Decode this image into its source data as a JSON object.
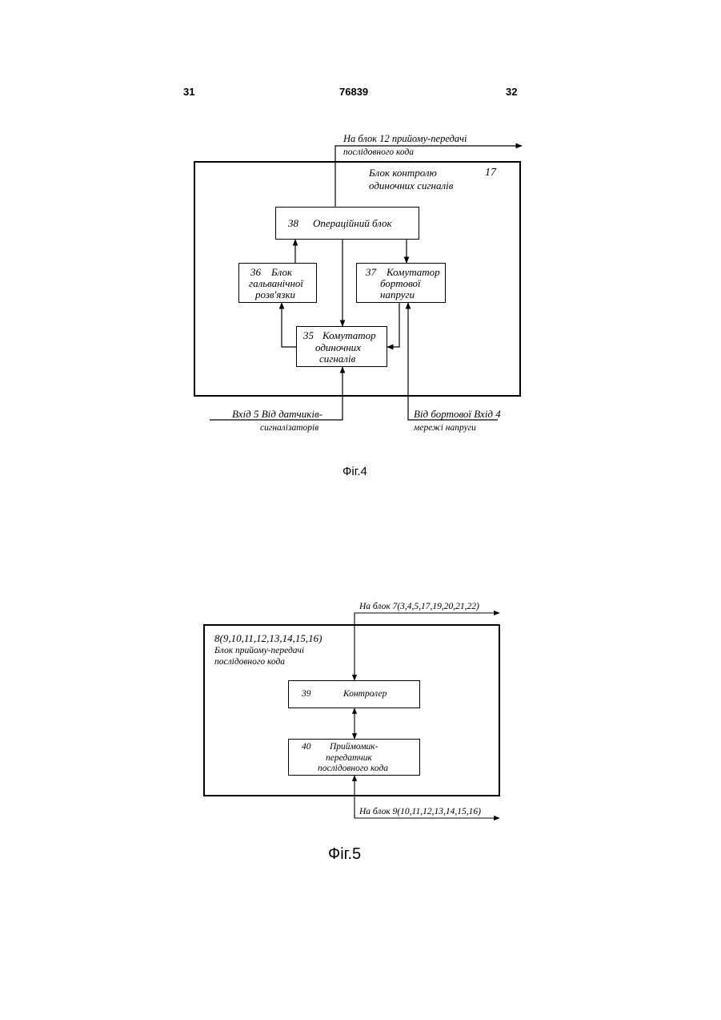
{
  "header": {
    "left_page": "31",
    "patent_number": "76839",
    "right_page": "32"
  },
  "fig4": {
    "caption": "Фіг.4",
    "top_output": {
      "line1": "На блок 12 прийому-передачі",
      "line2": "послідовного кода"
    },
    "frame": {
      "title_line1": "Блок контролю",
      "title_line2": "одиночних сигналів",
      "number": "17"
    },
    "blocks": {
      "b38": {
        "number": "38",
        "name": "Операційний блок"
      },
      "b36": {
        "number": "36",
        "line1": "Блок",
        "line2": "гальванічної",
        "line3": "розв'язки"
      },
      "b37": {
        "number": "37",
        "line1": "Комутатор",
        "line2": "бортової",
        "line3": "напруги"
      },
      "b35": {
        "number": "35",
        "line1": "Комутатор",
        "line2": "одиночних",
        "line3": "сигналів"
      }
    },
    "input_left": {
      "line1": "Вхід 5   Від датчиків-",
      "line2": "сигналізаторів"
    },
    "input_right": {
      "line1": "Від бортової    Вхід 4",
      "line2": "мережі напруги"
    }
  },
  "fig5": {
    "caption": "Фіг.5",
    "top_output": "На блок  7(3,4,5,17,19,20,21,22)",
    "frame": {
      "line1": "8(9,10,11,12,13,14,15,16)",
      "line2": "Блок прийому-передачі",
      "line3": "послідовного кода"
    },
    "blocks": {
      "b39": {
        "number": "39",
        "name": "Контролер"
      },
      "b40": {
        "number": "40",
        "line1": "Приймомик-",
        "line2": "передатчик",
        "line3": "послідовного кода"
      }
    },
    "bottom_output": "На блок  9(10,11,12,13,14,15,16)"
  }
}
